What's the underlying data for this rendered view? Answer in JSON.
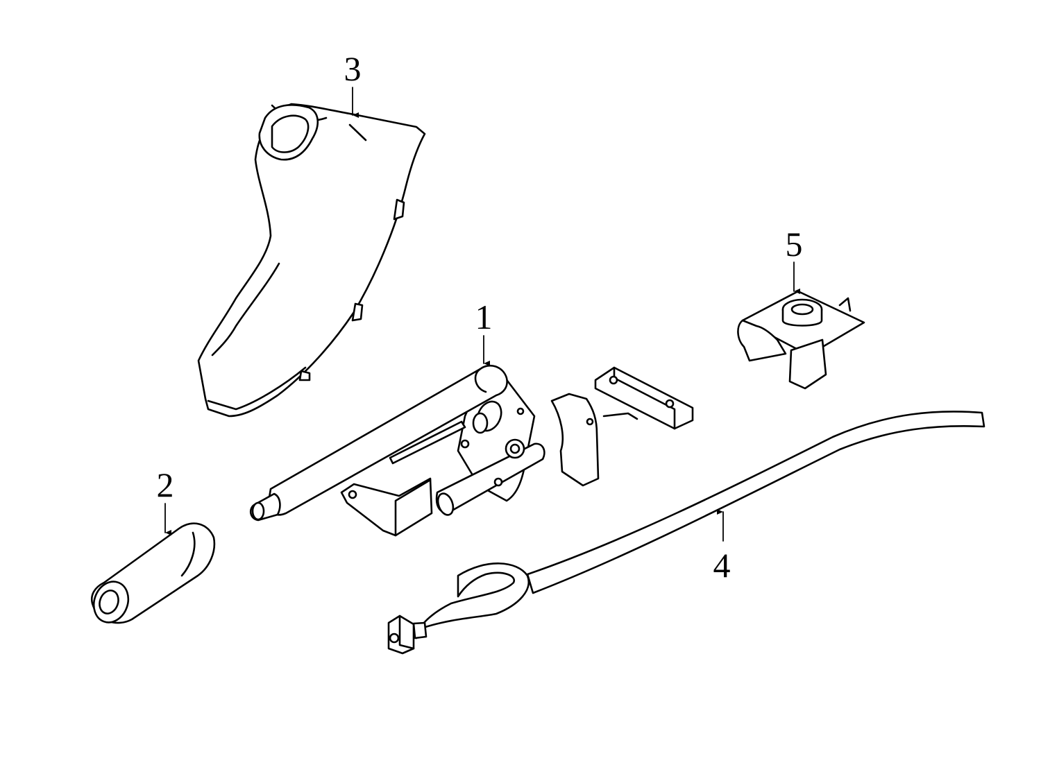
{
  "callouts": {
    "part_1": "1",
    "part_2": "2",
    "part_3": "3",
    "part_4": "4",
    "part_5": "5"
  },
  "colors": {
    "highlight": "#a3dff9",
    "line": "#000000",
    "background": "#ffffff"
  }
}
